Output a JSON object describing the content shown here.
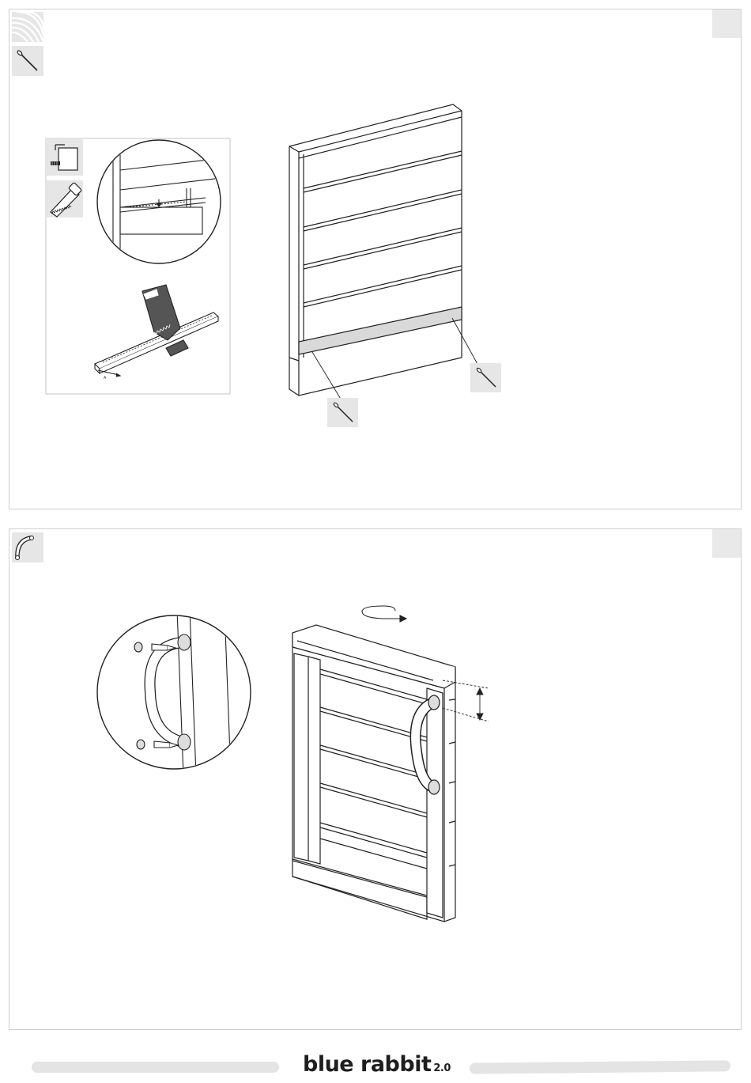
{
  "brand": {
    "name": "blue rabbit",
    "version": "2.0"
  },
  "colors": {
    "line": "#222222",
    "panel_border": "#cfcfcf",
    "icon_bg": "#e6e6e6",
    "strip": "#d9d9d9",
    "footer_bar": "#e4e4e4"
  },
  "step1": {
    "icons": [
      "wood-grain-icon",
      "nail-icon"
    ],
    "detail_icons": [
      "measure-square-icon",
      "saw-icon"
    ],
    "dimension_label": "A"
  },
  "step2": {
    "icons": [
      "handle-icon"
    ]
  }
}
